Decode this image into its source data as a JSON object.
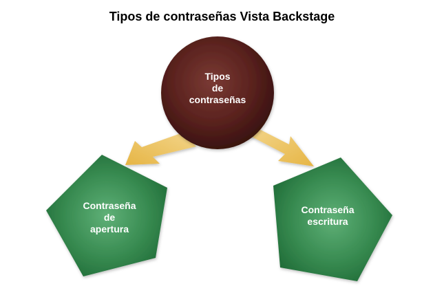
{
  "title": "Tipos de contraseñas Vista Backstage",
  "center": {
    "lines": [
      "Tipos",
      "de",
      "contraseñas"
    ]
  },
  "left": {
    "lines": [
      "Contraseña",
      "de",
      "apertura"
    ]
  },
  "right": {
    "lines": [
      "Contraseña",
      "escritura"
    ]
  },
  "colors": {
    "circle": "#4a1a17",
    "pentagon": "#2e8048",
    "arrow": "#ebbd52"
  }
}
